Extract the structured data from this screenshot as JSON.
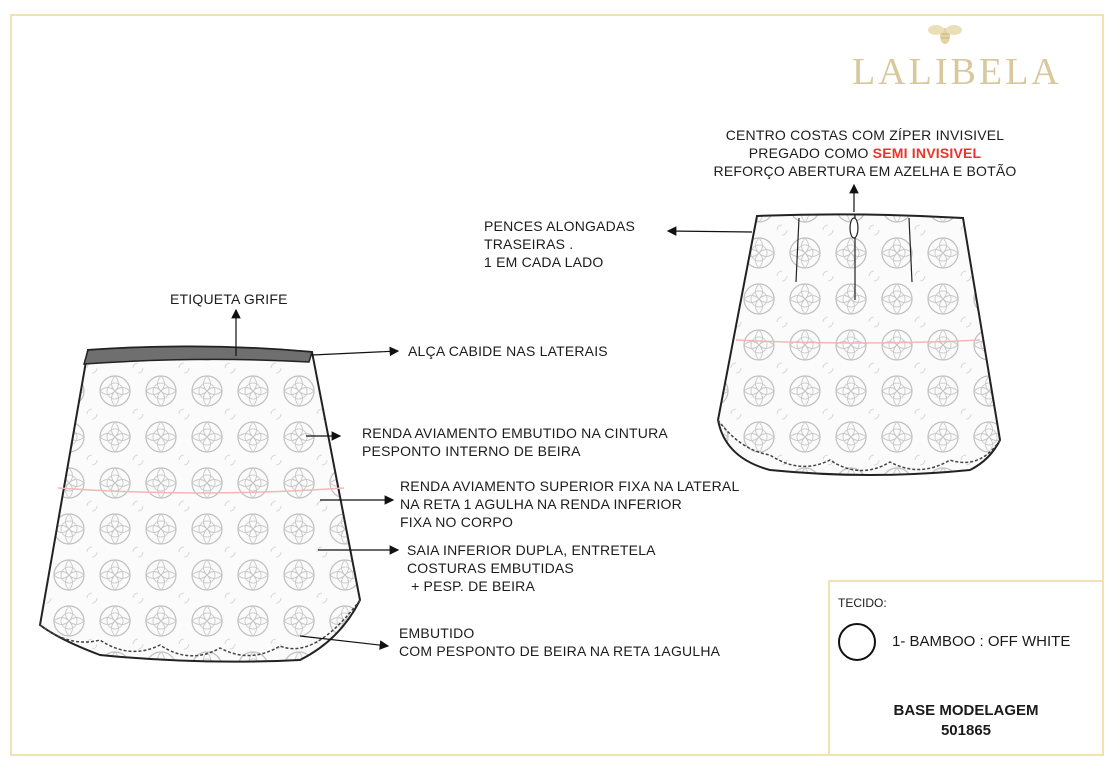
{
  "brand": {
    "name": "LALIBELA",
    "logo_icon": "bee-icon",
    "color": "#d9c89b"
  },
  "annotations": {
    "back_zip": [
      "CENTRO COSTAS COM ZÍPER INVISIVEL",
      "PREGADO COMO ",
      "SEMI INVISIVEL",
      "REFORÇO ABERTURA EM AZELHA E BOTÃO"
    ],
    "back_darts": [
      "PENCES ALONGADAS",
      "TRASEIRAS .",
      "1 EM CADA LADO"
    ],
    "label": "ETIQUETA GRIFE",
    "hanger": "ALÇA CABIDE NAS LATERAIS",
    "waist_lace": [
      "RENDA AVIAMENTO EMBUTIDO NA CINTURA",
      "PESPONTO INTERNO DE BEIRA"
    ],
    "upper_lace": [
      "RENDA AVIAMENTO SUPERIOR FIXA NA LATERAL",
      "NA RETA 1 AGULHA NA RENDA INFERIOR",
      "FIXA NO CORPO"
    ],
    "lower_skirt": [
      "SAIA INFERIOR DUPLA, ENTRETELA",
      "COSTURAS EMBUTIDAS",
      " + PESP. DE BEIRA"
    ],
    "hem": [
      "EMBUTIDO",
      "COM PESPONTO DE BEIRA NA RETA 1AGULHA"
    ]
  },
  "fabric": {
    "title": "TECIDO:",
    "item": "1- BAMBOO : OFF WHITE",
    "swatch_color": "#ffffff"
  },
  "base": {
    "title": "BASE MODELAGEM",
    "code": "501865"
  },
  "colors": {
    "accent_red": "#e8352c",
    "frame": "#f1e2b3",
    "lace_line": "#f2b7b7"
  }
}
